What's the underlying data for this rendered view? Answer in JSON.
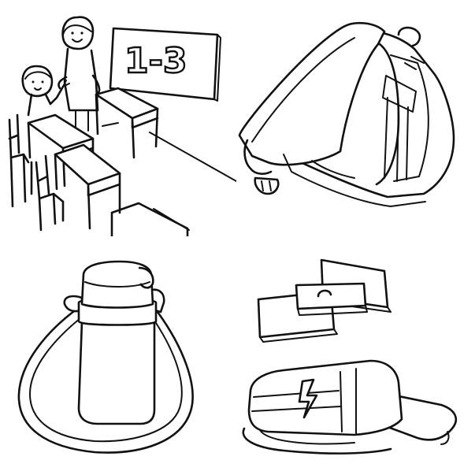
{
  "panels": [
    {
      "id": "classroom",
      "board_text": "1-3"
    },
    {
      "id": "school-backpack"
    },
    {
      "id": "water-bottle"
    },
    {
      "id": "cap-and-cards"
    }
  ]
}
